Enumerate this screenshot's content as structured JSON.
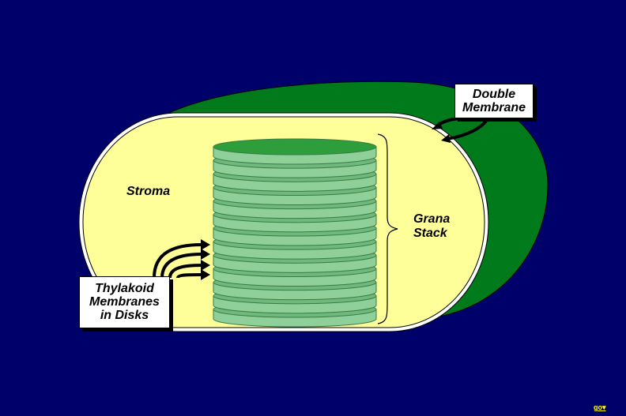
{
  "diagram": {
    "labels": {
      "double_membrane": "Double\nMembrane",
      "stroma": "Stroma",
      "grana_stack": "Grana\nStack",
      "thylakoid": "Thylakoid\nMembranes\nin Disks"
    },
    "disk_count": 13
  },
  "nav": {
    "link": "go▾"
  },
  "colors": {
    "background": "#00006b",
    "outer_membrane": "#007a1a",
    "stroma": "#ffff99",
    "disk": "#8fcf9a",
    "disk_top": "#2e9e3c"
  }
}
